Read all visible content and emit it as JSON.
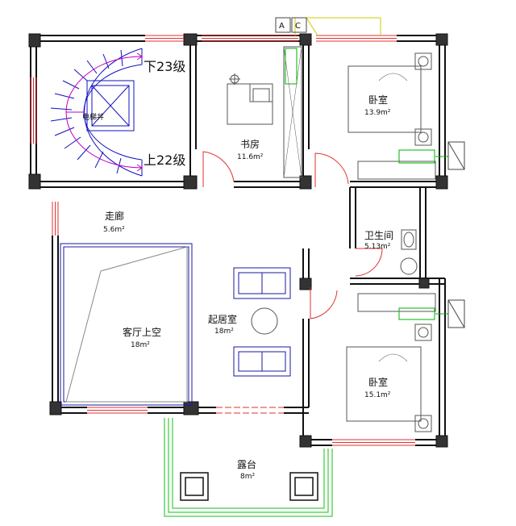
{
  "rooms": {
    "corridor": {
      "name": "走廊",
      "area": "5.6m²"
    },
    "study": {
      "name": "书房",
      "area": "11.6m²"
    },
    "bedroom_ne": {
      "name": "卧室",
      "area": "13.9m²"
    },
    "bathroom": {
      "name": "卫生间",
      "area": "5.13m²"
    },
    "living": {
      "name": "起居室",
      "area": "18m²"
    },
    "void": {
      "name": "客厅上空",
      "area": "18m²"
    },
    "bedroom_se": {
      "name": "卧室",
      "area": "15.1m²"
    },
    "terrace": {
      "name": "露台",
      "area": "8m²"
    }
  },
  "stairs": {
    "down_label": "下23级",
    "up_label": "上22级",
    "elevator_label": "电梯井"
  },
  "markers": {
    "a": "A",
    "c": "C"
  },
  "colors": {
    "wall": "#111111",
    "window": "#e03030",
    "furniture": "#1a1aa0",
    "stair": "#1010c0",
    "arrow": "#c000c0",
    "dim": "#cccc00",
    "ac": "#00b000",
    "terrace": "#10c010"
  }
}
